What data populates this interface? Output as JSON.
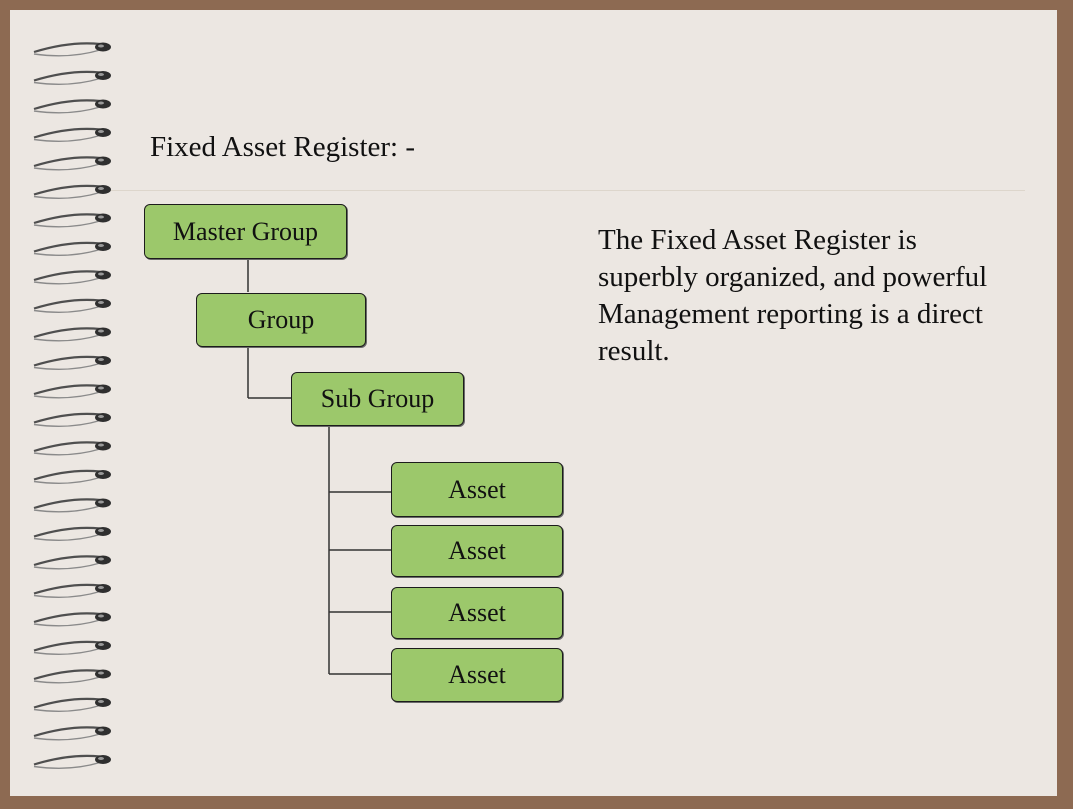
{
  "slide": {
    "title": "Fixed Asset Register: -",
    "description": "The Fixed Asset Register is superbly organized, and powerful Management reporting is a direct result."
  },
  "hierarchy": {
    "master_group": "Master Group",
    "group": "Group",
    "sub_group": "Sub Group",
    "assets": [
      "Asset",
      "Asset",
      "Asset",
      "Asset"
    ]
  },
  "colors": {
    "frame": "#8d6a52",
    "paper": "#ece7e2",
    "node_fill": "#9cc86b",
    "node_border": "#1c1c1c"
  },
  "icons": {
    "binding": "spiral-binding-icon"
  }
}
